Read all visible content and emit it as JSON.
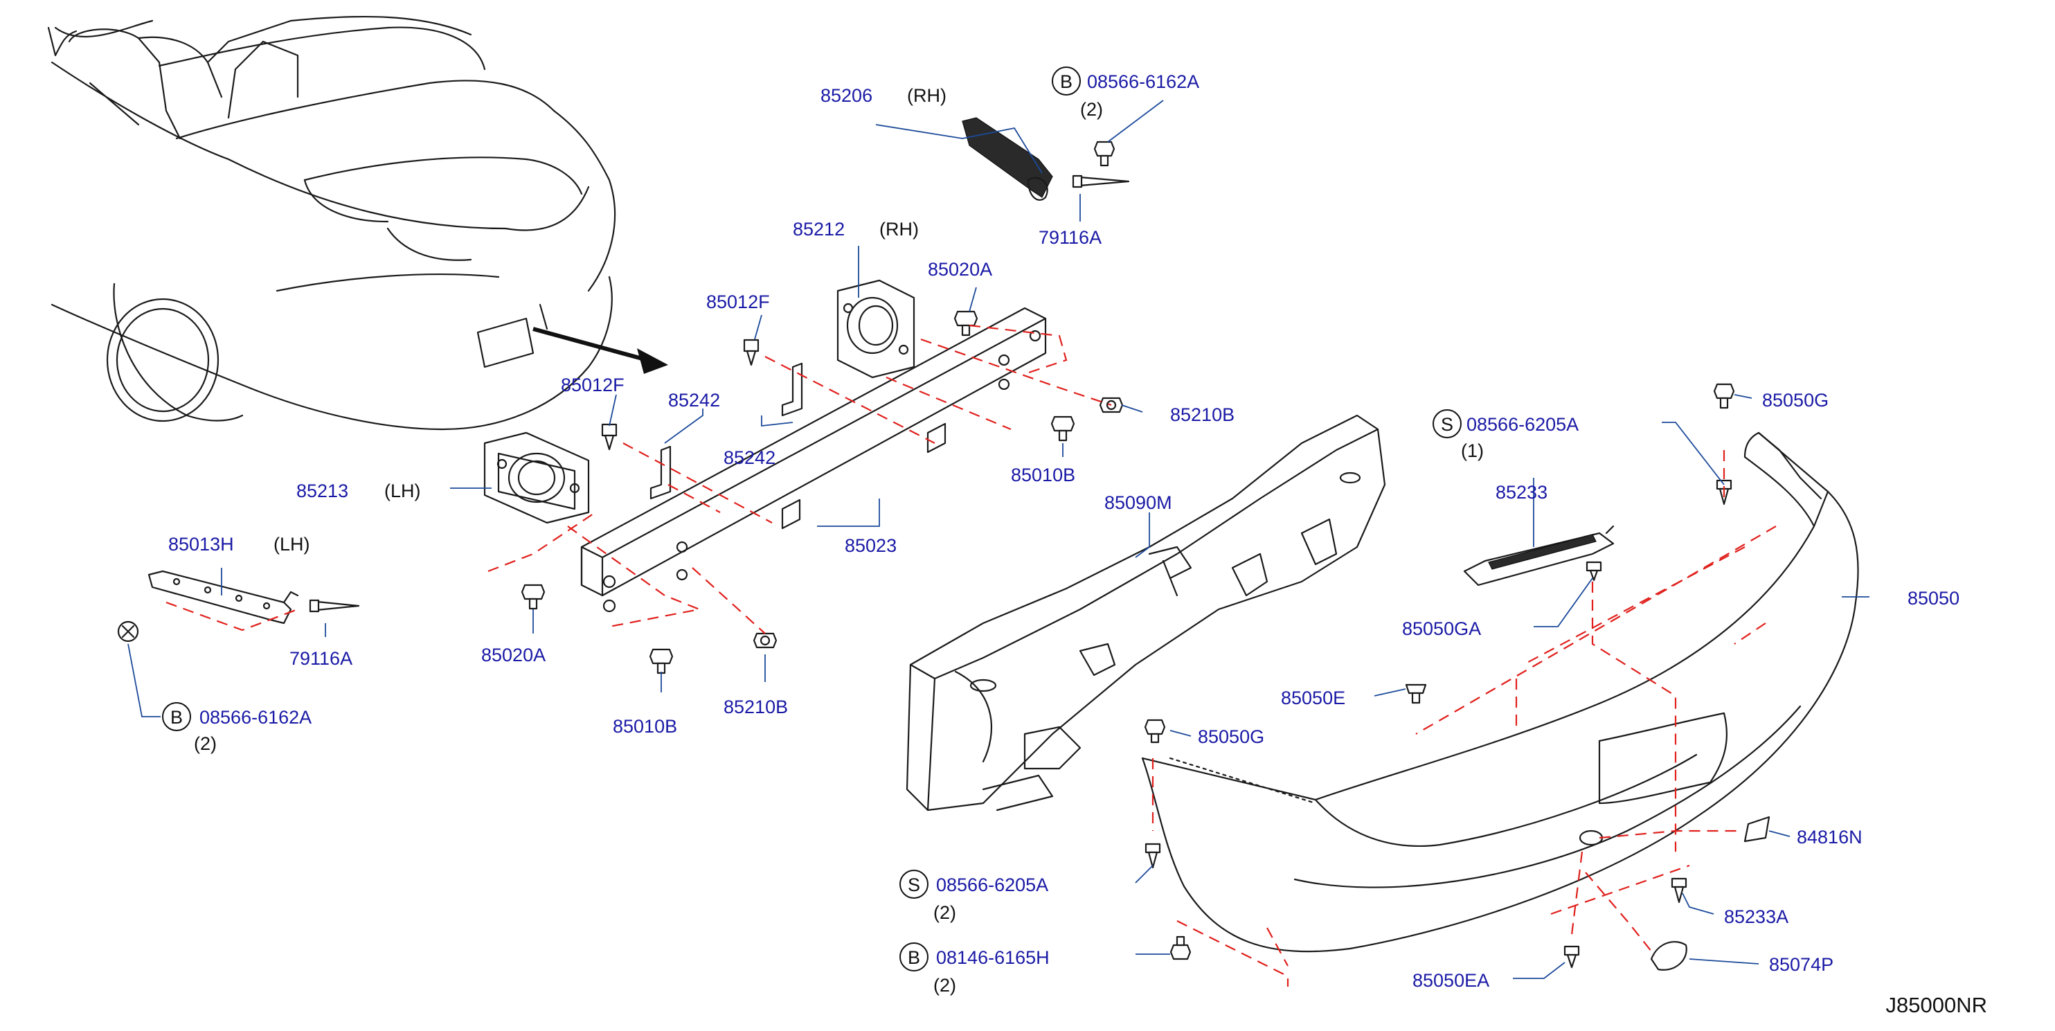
{
  "reference_code": "J85000NR",
  "labels": {
    "p85206": "85206",
    "p85206_side": "(RH)",
    "p08566_6162A_top": "08566-6162A",
    "p08566_6162A_top_badge": "B",
    "p08566_6162A_top_qty": "(2)",
    "p79116A_top": "79116A",
    "p85212": "85212",
    "p85212_side": "(RH)",
    "p85020A_top": "85020A",
    "p85012F_top": "85012F",
    "p85012F_mid": "85012F",
    "p85242_top": "85242",
    "p85242_bottom": "85242",
    "p85213": "85213",
    "p85213_side": "(LH)",
    "p85013H": "85013H",
    "p85013H_side": "(LH)",
    "p79116A_bottom": "79116A",
    "p08566_6162A_bottom": "08566-6162A",
    "p08566_6162A_bottom_badge": "B",
    "p08566_6162A_bottom_qty": "(2)",
    "p85020A_bottom": "85020A",
    "p85010B_bottom": "85010B",
    "p85210B_bottom": "85210B",
    "p85023": "85023",
    "p85210B_top": "85210B",
    "p85010B_top": "85010B",
    "p85090M": "85090M",
    "p08566_6205A_top": "08566-6205A",
    "p08566_6205A_top_badge": "S",
    "p08566_6205A_top_qty": "(1)",
    "p85233": "85233",
    "p85050GA": "85050GA",
    "p85050G_top": "85050G",
    "p85050": "85050",
    "p85050E": "85050E",
    "p85050G_mid": "85050G",
    "p84816N": "84816N",
    "p08566_6205A_bottom": "08566-6205A",
    "p08566_6205A_bottom_badge": "S",
    "p08566_6205A_bottom_qty": "(2)",
    "p85233A": "85233A",
    "p08146_6165H": "08146-6165H",
    "p08146_6165H_badge": "B",
    "p08146_6165H_qty": "(2)",
    "p85074P": "85074P",
    "p85050EA": "85050EA"
  },
  "colors": {
    "part_number_text": "#1a1aa6",
    "leader_line": "#1c4a9a",
    "assembly_dash": "#e0201c",
    "outline": "#1a1a1a"
  }
}
